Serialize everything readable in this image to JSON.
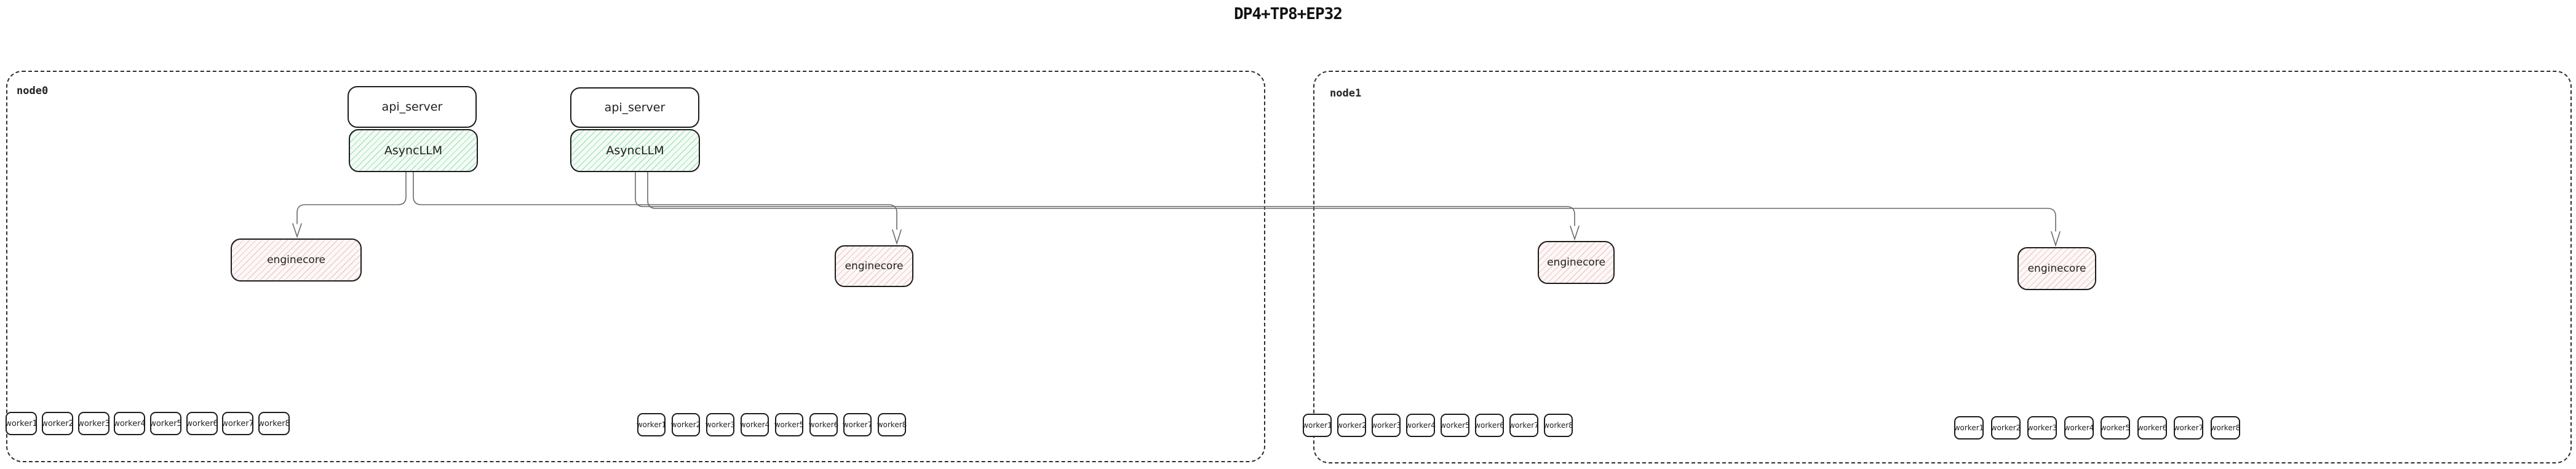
{
  "title": "DP4+TP8+EP32",
  "colors": {
    "background": "#ffffff",
    "box_border": "#1c1c1c",
    "node_border": "#2e2e2e",
    "wire": "#6a6a6a",
    "asyncllm_hatch": "#7fd89d",
    "asyncllm_bg": "#f4fbf6",
    "enginecore_hatch": "#e5a1a1",
    "enginecore_bg": "#fdf8f8"
  },
  "nodes": [
    {
      "label": "node0",
      "pairs": [
        {
          "api_server": "api_server",
          "asyncllm": "AsyncLLM"
        },
        {
          "api_server": "api_server",
          "asyncllm": "AsyncLLM"
        }
      ],
      "enginecores": [
        "enginecore",
        "enginecore"
      ],
      "worker_groups": [
        [
          "worker1",
          "worker2",
          "worker3",
          "worker4",
          "worker5",
          "worker6",
          "worker7",
          "worker8"
        ],
        [
          "worker1",
          "worker2",
          "worker3",
          "worker4",
          "worker5",
          "worker6",
          "worker7",
          "worker8"
        ]
      ]
    },
    {
      "label": "node1",
      "enginecores": [
        "enginecore",
        "enginecore"
      ],
      "worker_groups": [
        [
          "worker1",
          "worker2",
          "worker3",
          "worker4",
          "worker5",
          "worker6",
          "worker7",
          "worker8"
        ],
        [
          "worker1",
          "worker2",
          "worker3",
          "worker4",
          "worker5",
          "worker6",
          "worker7",
          "worker8"
        ]
      ]
    }
  ]
}
